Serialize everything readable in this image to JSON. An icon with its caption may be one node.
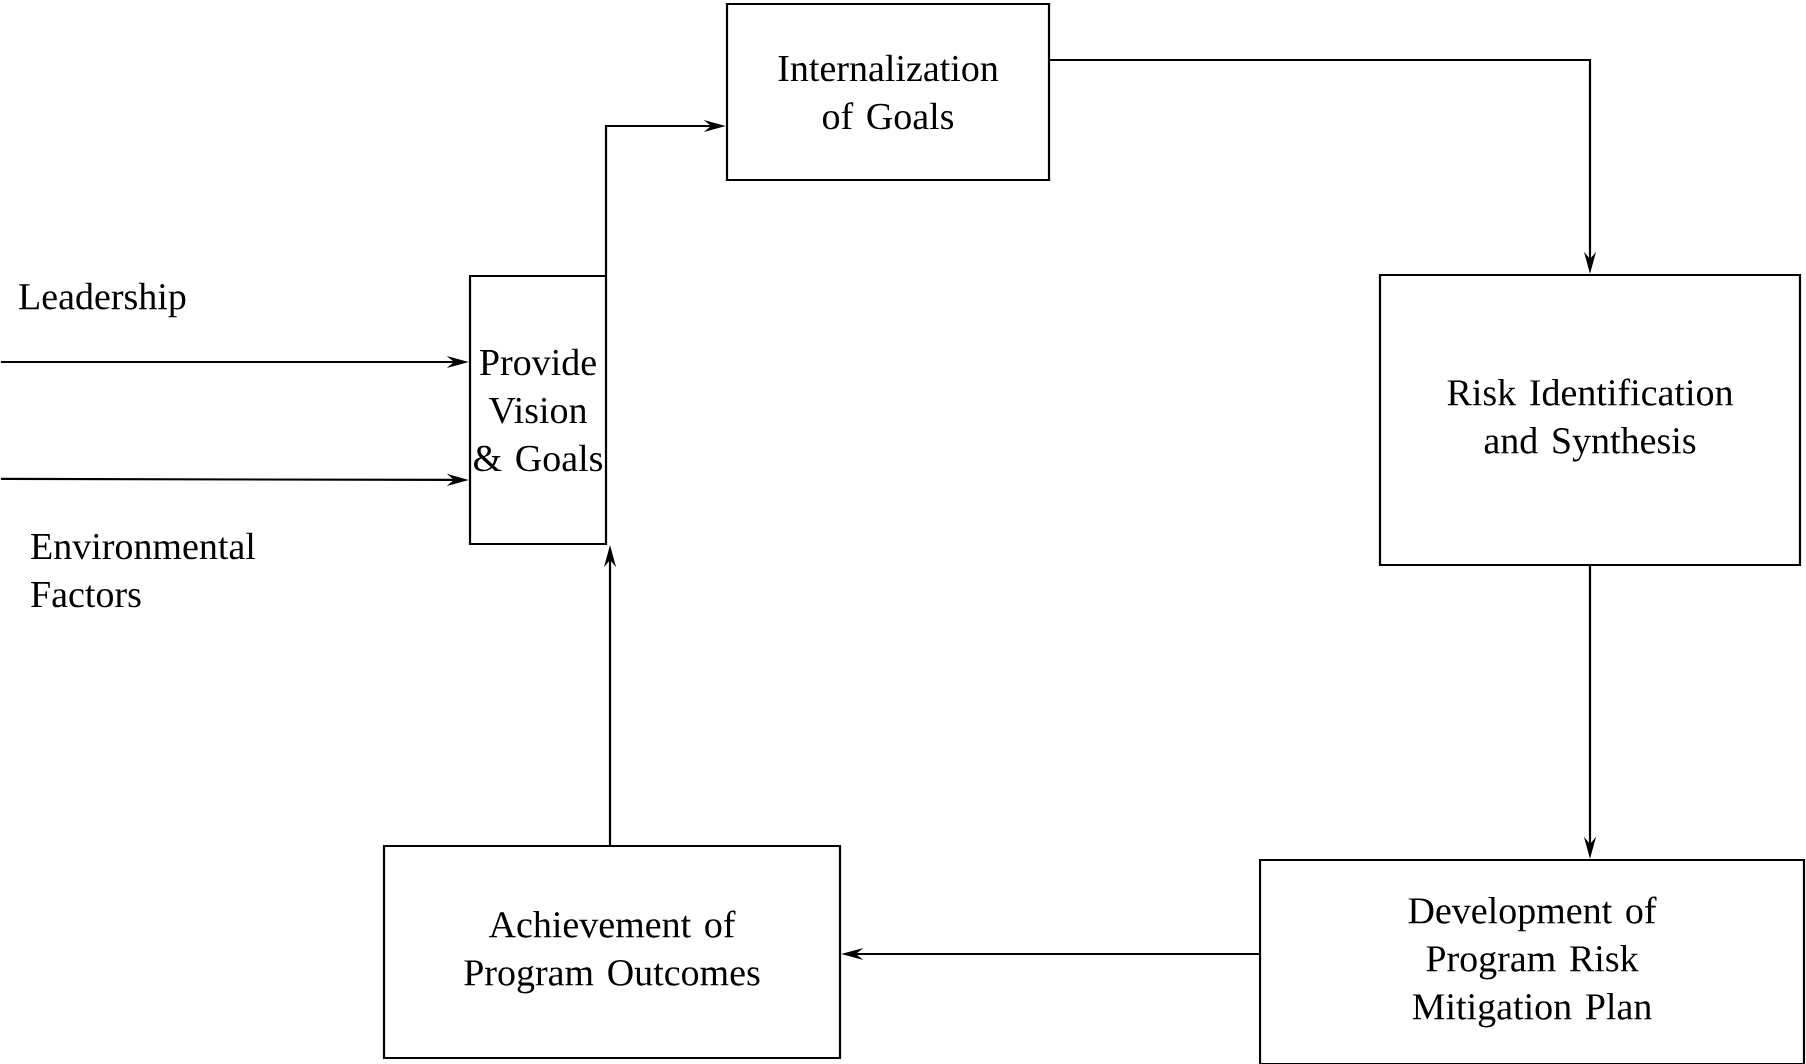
{
  "diagram": {
    "nodes": [
      {
        "text": [
          "Leadership"
        ]
      },
      {
        "text": [
          "Environmental Factors"
        ]
      },
      {
        "text": [
          "Provide Vision & Goals"
        ]
      },
      {
        "text": [
          "Internalization of Goals"
        ]
      },
      {
        "text": [
          "Risk Identification and Synthesis"
        ]
      },
      {
        "text": [
          "Development of Program Risk Mitigation Plan"
        ]
      },
      {
        "text": [
          "Achievement of Program Outcomes"
        ]
      }
    ],
    "edges": [
      {
        "from": 0,
        "to": 2,
        "arrow": "to"
      },
      {
        "from": 1,
        "to": 2,
        "arrow": "to"
      },
      {
        "from": 2,
        "to": 3,
        "arrow": "to"
      },
      {
        "from": 3,
        "to": 4,
        "arrow": "to"
      },
      {
        "from": 4,
        "to": 5,
        "arrow": "to"
      },
      {
        "from": 5,
        "to": 6,
        "arrow": "to"
      },
      {
        "from": 6,
        "to": 2,
        "arrow": "to"
      }
    ]
  }
}
